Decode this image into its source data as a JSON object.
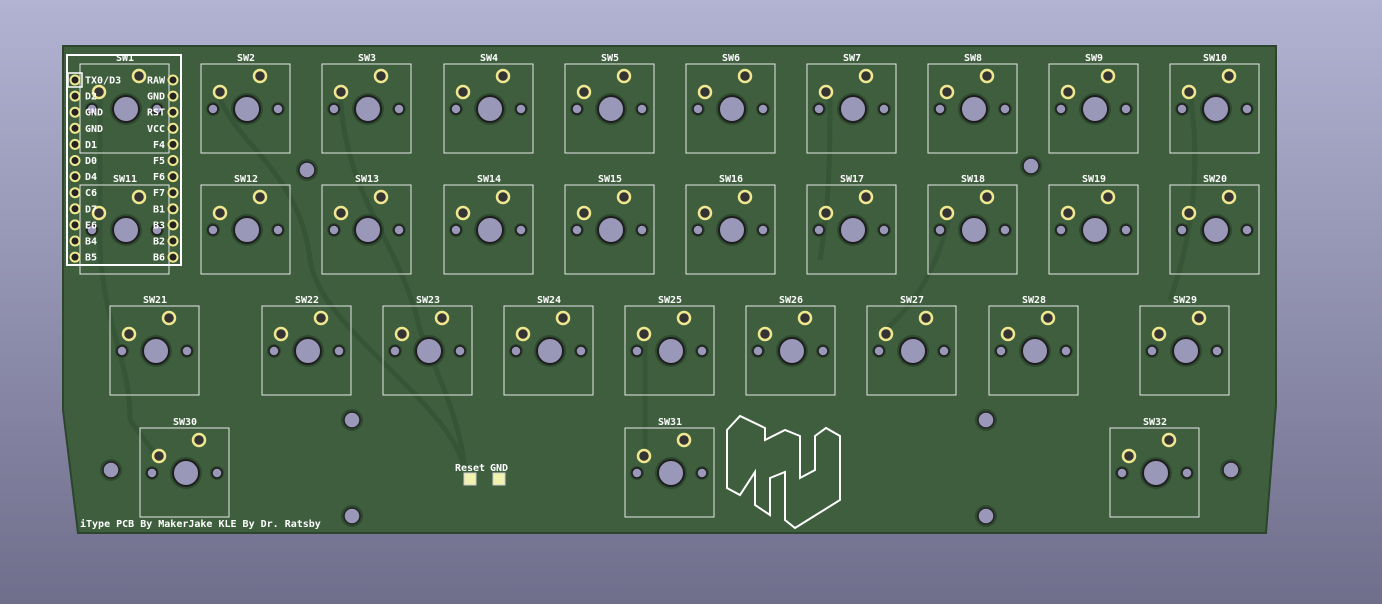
{
  "board": {
    "color": "#3e5e3e",
    "silkscreen_text": "iType PCB By MakerJake KLE By Dr. Ratsby",
    "pads": {
      "reset": "Reset",
      "gnd": "GND"
    },
    "logo": "MJ"
  },
  "switches": [
    "SW1",
    "SW2",
    "SW3",
    "SW4",
    "SW5",
    "SW6",
    "SW7",
    "SW8",
    "SW9",
    "SW10",
    "SW11",
    "SW12",
    "SW13",
    "SW14",
    "SW15",
    "SW16",
    "SW17",
    "SW18",
    "SW19",
    "SW20",
    "SW21",
    "SW22",
    "SW23",
    "SW24",
    "SW25",
    "SW26",
    "SW27",
    "SW28",
    "SW29",
    "SW30",
    "SW31",
    "SW32"
  ],
  "controller": {
    "left_pins": [
      "TX0/D3",
      "D2",
      "GND",
      "GND",
      "D1",
      "D0",
      "D4",
      "C6",
      "D7",
      "E6",
      "B4",
      "B5"
    ],
    "right_pins": [
      "RAW",
      "GND",
      "RST",
      "VCC",
      "F4",
      "F5",
      "F6",
      "F7",
      "B1",
      "B3",
      "B2",
      "B6"
    ]
  }
}
